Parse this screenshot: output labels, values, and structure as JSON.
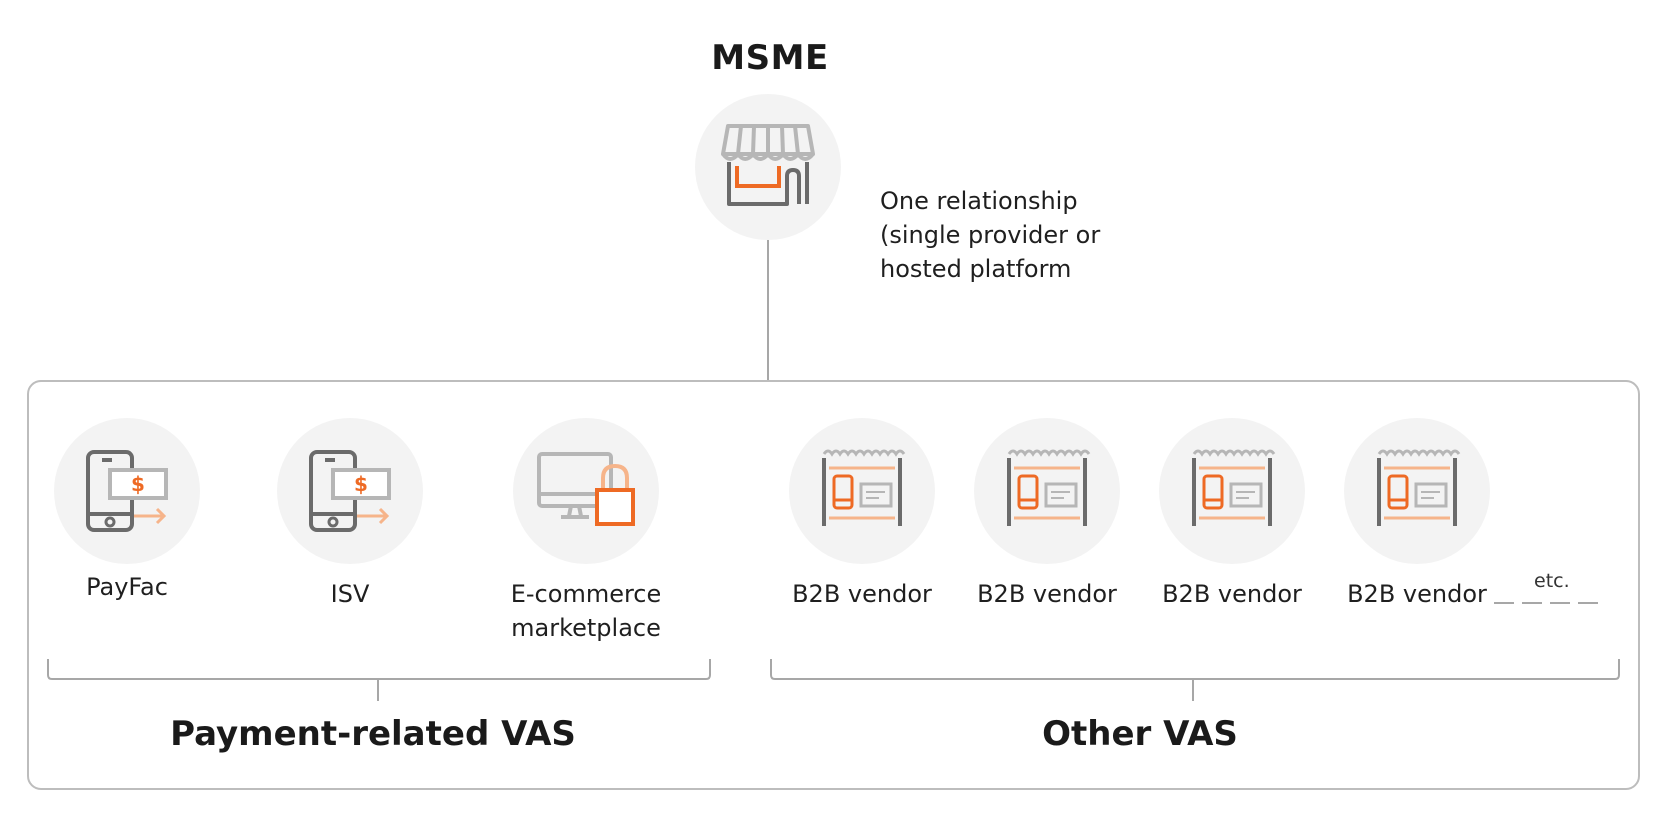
{
  "diagram": {
    "top_node": {
      "title": "MSME",
      "icon": "storefront-icon"
    },
    "relationship_note": [
      "One relationship",
      "(single provider or",
      "hosted platform"
    ],
    "payment_group": {
      "label": "Payment-related VAS",
      "items": [
        {
          "label": "PayFac",
          "icon": "mobile-payment-icon"
        },
        {
          "label": "ISV",
          "icon": "mobile-payment-icon"
        },
        {
          "label_lines": [
            "E-commerce",
            "marketplace"
          ],
          "icon": "secure-monitor-icon"
        }
      ]
    },
    "other_group": {
      "label": "Other VAS",
      "items": [
        {
          "label": "B2B vendor",
          "icon": "vendor-stall-icon"
        },
        {
          "label": "B2B vendor",
          "icon": "vendor-stall-icon"
        },
        {
          "label": "B2B vendor",
          "icon": "vendor-stall-icon"
        },
        {
          "label": "B2B vendor",
          "icon": "vendor-stall-icon"
        }
      ],
      "more_label": "etc."
    },
    "colors": {
      "accent": "#ee6a24",
      "accent_light": "#f6b48a",
      "icon_gray": "#6b6b6b",
      "icon_light_gray": "#b6b6b6",
      "circle_bg": "#f3f3f3",
      "line": "#a7a7a7"
    }
  }
}
